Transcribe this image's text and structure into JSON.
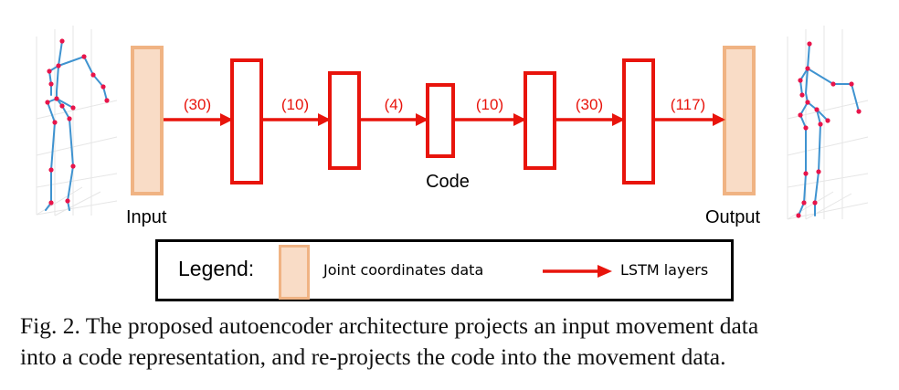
{
  "diagram": {
    "input_label": "Input",
    "output_label": "Output",
    "code_label": "Code",
    "arrow_labels": [
      "(30)",
      "(10)",
      "(4)",
      "(10)",
      "(30)",
      "(117)"
    ],
    "colors": {
      "lstm": "#e8140c",
      "data_fill": "#f9dcc6",
      "data_border": "#f0b383",
      "skeleton_bone": "#3f93d0",
      "skeleton_joint": "#e8144a"
    }
  },
  "legend": {
    "title": "Legend:",
    "joint_label": "Joint coordinates data",
    "lstm_label": "LSTM layers"
  },
  "caption": {
    "line1": "Fig. 2. The proposed autoencoder architecture projects an input movement data",
    "line2": "into a code representation, and re-projects the code into the movement data."
  }
}
